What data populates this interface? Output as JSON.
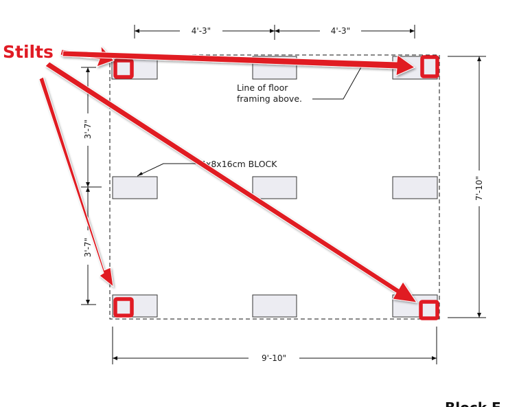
{
  "callout": {
    "label": "Stilts",
    "color": "#e01b24"
  },
  "dimensions": {
    "top_left": "4'-3\"",
    "top_right": "4'-3\"",
    "left_upper": "3'-7\"",
    "left_lower": "3'-7\"",
    "right_total": "7'-10\"",
    "bottom_total": "9'-10\""
  },
  "notes": {
    "floor_framing_line1": "Line of floor",
    "floor_framing_line2": "framing above.",
    "block_label": "4x8x16cm BLOCK"
  },
  "footer": {
    "partial_text": "Block F"
  },
  "colors": {
    "block_fill": "#ececf2",
    "line": "#111111",
    "stilt": "#e01b24"
  }
}
